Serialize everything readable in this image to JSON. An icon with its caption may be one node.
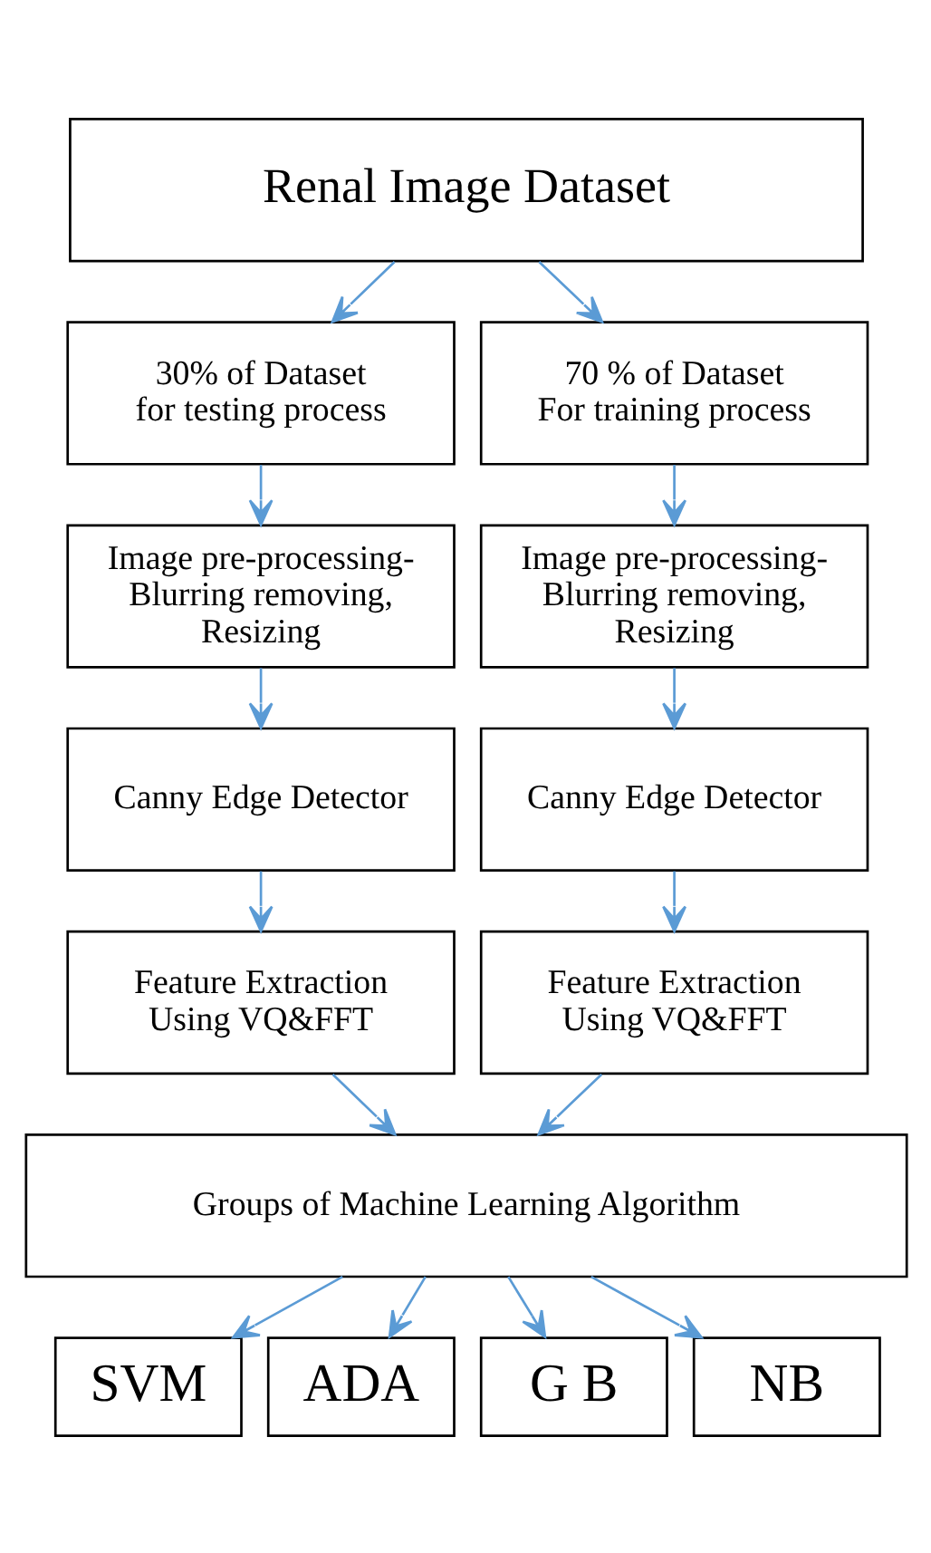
{
  "diagram": {
    "nodes": [
      {
        "text": [
          "Renal Image Dataset"
        ]
      },
      {
        "text": [
          "30% of Dataset for testing process"
        ]
      },
      {
        "text": [
          "70 % of Dataset For training process"
        ]
      },
      {
        "text": [
          "Image pre-processing- Blurring removing, Resizing"
        ]
      },
      {
        "text": [
          "Image pre-processing- Blurring removing, Resizing"
        ]
      },
      {
        "text": [
          "Canny Edge Detector"
        ]
      },
      {
        "text": [
          "Canny Edge Detector"
        ]
      },
      {
        "text": [
          "Feature Extraction Using VQ&FFT"
        ]
      },
      {
        "text": [
          "Feature Extraction Using VQ&FFT"
        ]
      },
      {
        "text": [
          "Groups of Machine Learning Algorithm"
        ]
      },
      {
        "text": [
          "SVM"
        ]
      },
      {
        "text": [
          "ADA"
        ]
      },
      {
        "text": [
          "G B"
        ]
      },
      {
        "text": [
          "NB"
        ]
      }
    ],
    "edges": [
      {
        "from": 0,
        "to": 1,
        "arrow": "to"
      },
      {
        "from": 0,
        "to": 2,
        "arrow": "to"
      },
      {
        "from": 1,
        "to": 3,
        "arrow": "to"
      },
      {
        "from": 2,
        "to": 4,
        "arrow": "to"
      },
      {
        "from": 3,
        "to": 5,
        "arrow": "to"
      },
      {
        "from": 4,
        "to": 6,
        "arrow": "to"
      },
      {
        "from": 5,
        "to": 7,
        "arrow": "to"
      },
      {
        "from": 6,
        "to": 8,
        "arrow": "to"
      },
      {
        "from": 7,
        "to": 9,
        "arrow": "to"
      },
      {
        "from": 8,
        "to": 9,
        "arrow": "to"
      },
      {
        "from": 9,
        "to": 10,
        "arrow": "to"
      },
      {
        "from": 9,
        "to": 11,
        "arrow": "to"
      },
      {
        "from": 9,
        "to": 12,
        "arrow": "to"
      },
      {
        "from": 9,
        "to": 13,
        "arrow": "to"
      }
    ]
  }
}
